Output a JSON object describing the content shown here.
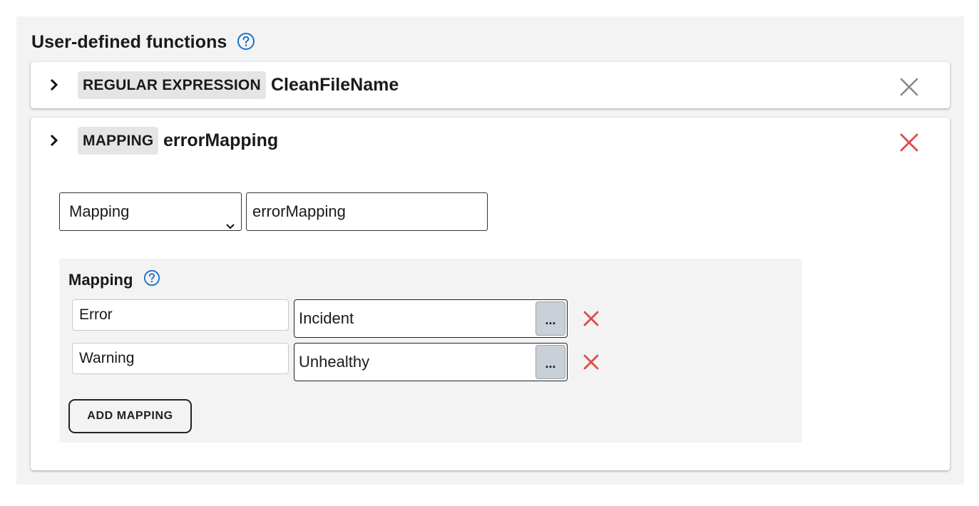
{
  "section": {
    "title": "User-defined functions",
    "help_icon": "help-circle-icon"
  },
  "functions": [
    {
      "type_tag": "REGULAR EXPRESSION",
      "name": "CleanFileName",
      "expanded": false,
      "remove_icon_color": "#8a8a8a"
    },
    {
      "type_tag": "MAPPING",
      "name": "errorMapping",
      "expanded": true,
      "remove_icon_color": "#e04a4a",
      "type_select": {
        "value": "Mapping"
      },
      "name_input": {
        "value": "errorMapping"
      },
      "mapping": {
        "label": "Mapping",
        "rows": [
          {
            "key": "Error",
            "value": "Incident",
            "picker_label": "..."
          },
          {
            "key": "Warning",
            "value": "Unhealthy",
            "picker_label": "..."
          }
        ],
        "add_button_label": "ADD MAPPING"
      }
    }
  ],
  "colors": {
    "accent": "#1a73c9",
    "danger": "#e04a4a",
    "neutral_icon": "#8a8a8a",
    "panel_bg": "#f3f3f3",
    "tag_bg": "#e5e5e5"
  }
}
